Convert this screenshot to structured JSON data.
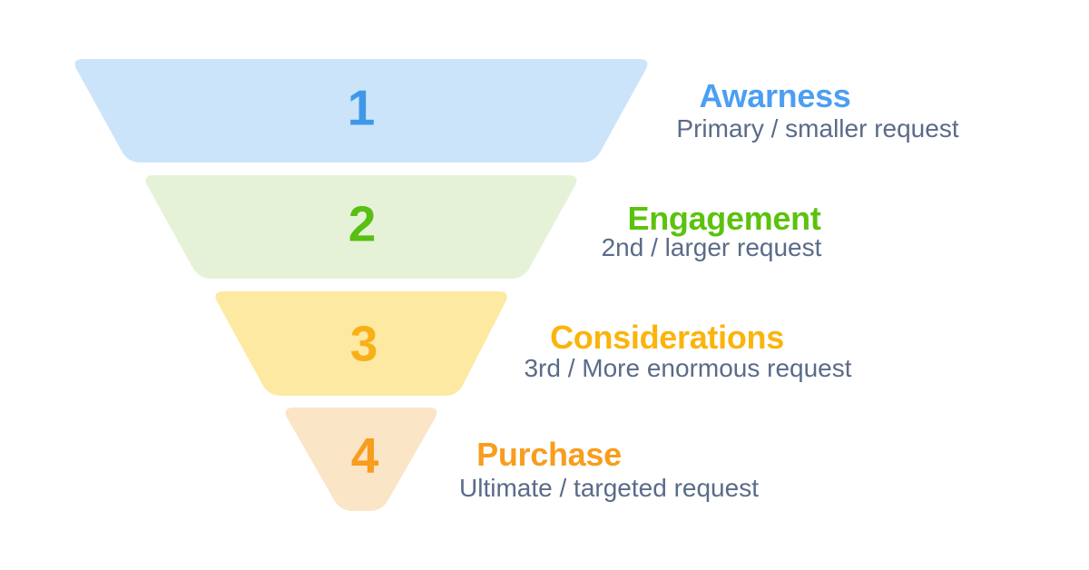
{
  "funnel": {
    "background_color": "#ffffff",
    "subtitle_color": "#5a6b89",
    "tiers": [
      {
        "number": "1",
        "title": "Awarness",
        "subtitle": "Primary / smaller request",
        "fill": "#cbe4f9",
        "number_color": "#3f97e9",
        "title_color": "#4c9ff2"
      },
      {
        "number": "2",
        "title": "Engagement",
        "subtitle": "2nd / larger request",
        "fill": "#e6f2d8",
        "number_color": "#59bf12",
        "title_color": "#5cc20e"
      },
      {
        "number": "3",
        "title": "Considerations",
        "subtitle": "3rd / More enormous request",
        "fill": "#fde9a1",
        "number_color": "#f8b018",
        "title_color": "#fbb40c"
      },
      {
        "number": "4",
        "title": "Purchase",
        "subtitle": "Ultimate / targeted request",
        "fill": "#fbe5c7",
        "number_color": "#f89d1d",
        "title_color": "#f89d1d"
      }
    ]
  }
}
